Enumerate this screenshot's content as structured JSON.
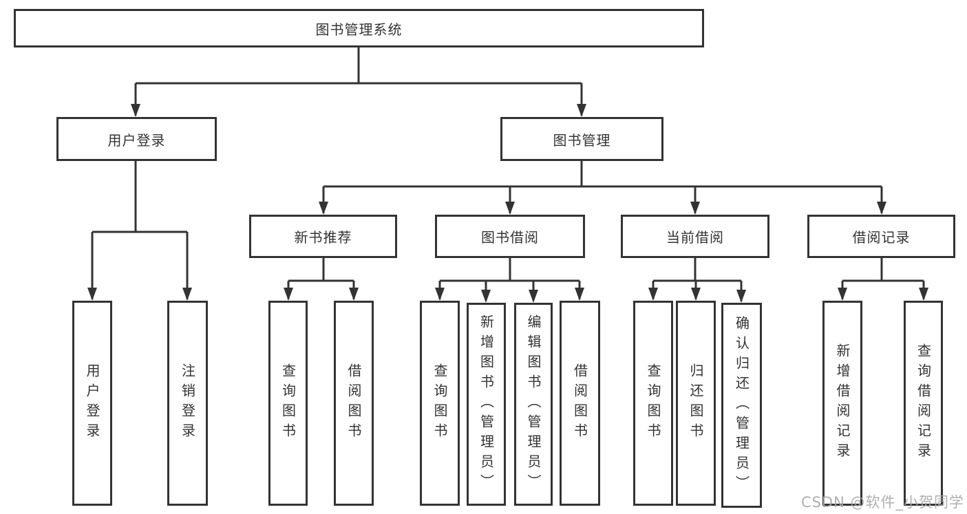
{
  "diagram_title": "图书管理系统",
  "tree": {
    "label": "图书管理系统",
    "children": [
      {
        "label": "用户登录",
        "children": [
          {
            "label": "用户登录"
          },
          {
            "label": "注销登录"
          }
        ]
      },
      {
        "label": "图书管理",
        "children": [
          {
            "label": "新书推荐",
            "children": [
              {
                "label": "查询图书"
              },
              {
                "label": "借阅图书"
              }
            ]
          },
          {
            "label": "图书借阅",
            "children": [
              {
                "label": "查询图书"
              },
              {
                "label": "新增图书（管理员）"
              },
              {
                "label": "编辑图书（管理员）"
              },
              {
                "label": "借阅图书"
              }
            ]
          },
          {
            "label": "当前借阅",
            "children": [
              {
                "label": "查询图书"
              },
              {
                "label": "归还图书"
              },
              {
                "label": "确认归还（管理员）"
              }
            ]
          },
          {
            "label": "借阅记录",
            "children": [
              {
                "label": "新增借阅记录"
              },
              {
                "label": "查询借阅记录"
              }
            ]
          }
        ]
      }
    ]
  },
  "watermark": "CSDN @软件_小贺同学",
  "colors": {
    "line": "#333333",
    "text": "#333333",
    "box_background": "#ffffff",
    "watermark": "#a8a8a8"
  }
}
